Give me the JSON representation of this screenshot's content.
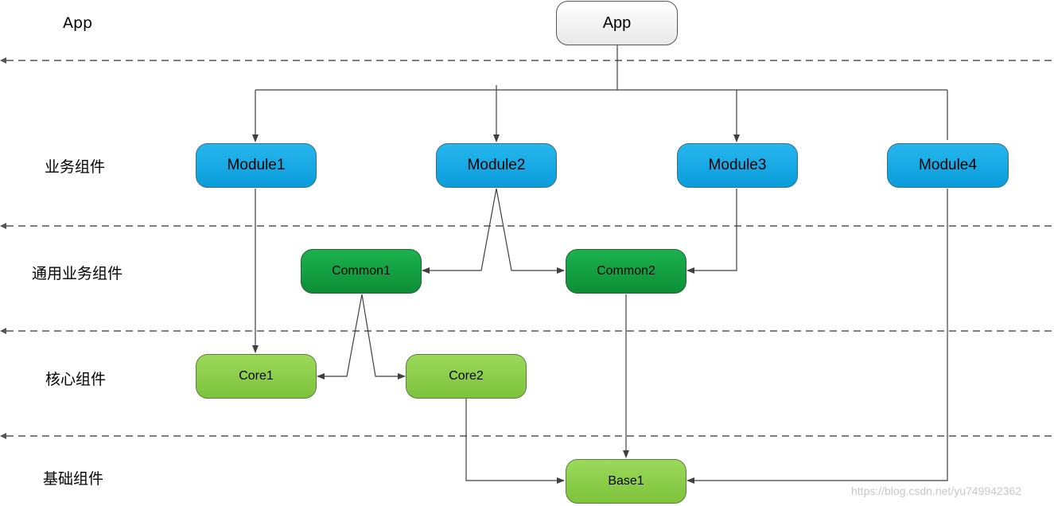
{
  "layers": [
    {
      "label": "App"
    },
    {
      "label": "业务组件"
    },
    {
      "label": "通用业务组件"
    },
    {
      "label": "核心组件"
    },
    {
      "label": "基础组件"
    }
  ],
  "nodes": {
    "app": "App",
    "module1": "Module1",
    "module2": "Module2",
    "module3": "Module3",
    "module4": "Module4",
    "common1": "Common1",
    "common2": "Common2",
    "core1": "Core1",
    "core2": "Core2",
    "base1": "Base1"
  },
  "edges": [
    {
      "from": "App",
      "to": "Module1"
    },
    {
      "from": "App",
      "to": "Module2"
    },
    {
      "from": "App",
      "to": "Module3"
    },
    {
      "from": "App",
      "to": "Module4"
    },
    {
      "from": "Module1",
      "to": "Core1"
    },
    {
      "from": "Module2",
      "to": "Common1"
    },
    {
      "from": "Module2",
      "to": "Common2"
    },
    {
      "from": "Module3",
      "to": "Common2"
    },
    {
      "from": "Module4",
      "to": "Base1"
    },
    {
      "from": "Common1",
      "to": "Core1"
    },
    {
      "from": "Common1",
      "to": "Core2"
    },
    {
      "from": "Common2",
      "to": "Base1"
    },
    {
      "from": "Core2",
      "to": "Base1"
    }
  ],
  "colors": {
    "app": "#f5f5f5",
    "module": "#0aa6e3",
    "common": "#13a044",
    "core": "#8ccf4a",
    "line": "#404040",
    "divider": "#555555"
  },
  "watermark": "https://blog.csdn.net/yu749942362"
}
